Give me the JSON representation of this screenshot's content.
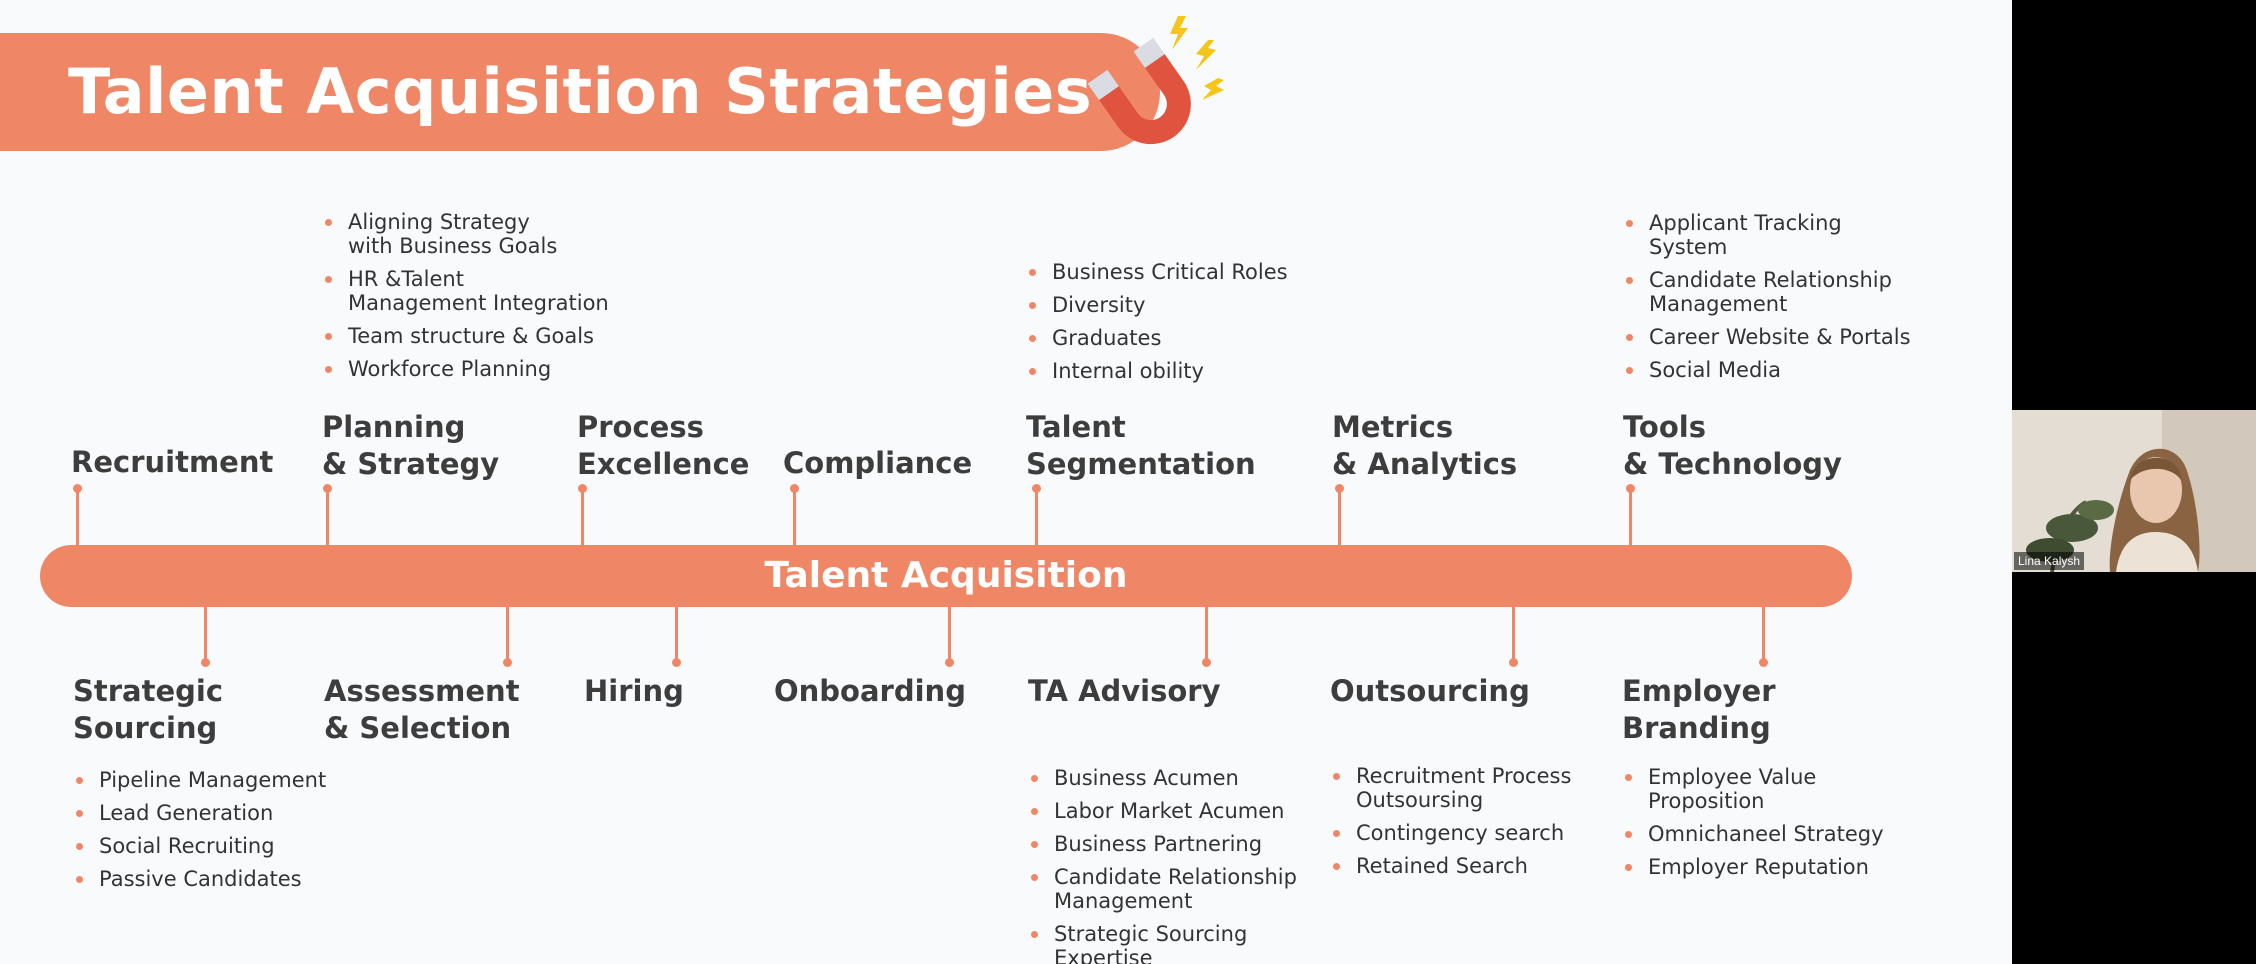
{
  "slide": {
    "title": "Talent Acquisition Strategies",
    "center_bar_label": "Talent Acquisition",
    "accent_color": "#ef8766",
    "top_nodes": [
      {
        "heading": "Recruitment",
        "bullets": []
      },
      {
        "heading": "Planning\n& Strategy",
        "bullets": [
          "Aligning Strategy\nwith Business Goals",
          "HR &Talent\nManagement Integration",
          "Team structure & Goals",
          "Workforce Planning"
        ]
      },
      {
        "heading": "Process\nExcellence",
        "bullets": []
      },
      {
        "heading": "Compliance",
        "bullets": []
      },
      {
        "heading": "Talent\nSegmentation",
        "bullets": [
          "Business Critical Roles",
          "Diversity",
          "Graduates",
          "Internal obility"
        ]
      },
      {
        "heading": "Metrics\n& Analytics",
        "bullets": []
      },
      {
        "heading": "Tools\n& Technology",
        "bullets": [
          "Applicant Tracking\nSystem",
          "Candidate Relationship\nManagement",
          "Career Website & Portals",
          "Social Media"
        ]
      }
    ],
    "bottom_nodes": [
      {
        "heading": "Strategic\nSourcing",
        "bullets": [
          "Pipeline Management",
          "Lead Generation",
          "Social Recruiting",
          "Passive Candidates"
        ]
      },
      {
        "heading": "Assessment\n& Selection",
        "bullets": []
      },
      {
        "heading": "Hiring",
        "bullets": []
      },
      {
        "heading": "Onboarding",
        "bullets": []
      },
      {
        "heading": "TA Advisory",
        "bullets": [
          "Business Acumen",
          "Labor Market Acumen",
          "Business Partnering",
          "Candidate Relationship\nManagement",
          "Strategic Sourcing\nExpertise"
        ]
      },
      {
        "heading": "Outsourcing",
        "bullets": [
          "Recruitment Process\nOutsoursing",
          "Contingency search",
          "Retained Search"
        ]
      },
      {
        "heading": "Employer\nBranding",
        "bullets": [
          "Employee Value\nProposition",
          "Omnichaneel Strategy",
          "Employer Reputation"
        ]
      }
    ]
  },
  "video_call": {
    "participant_name": "Lina Kalysh"
  }
}
